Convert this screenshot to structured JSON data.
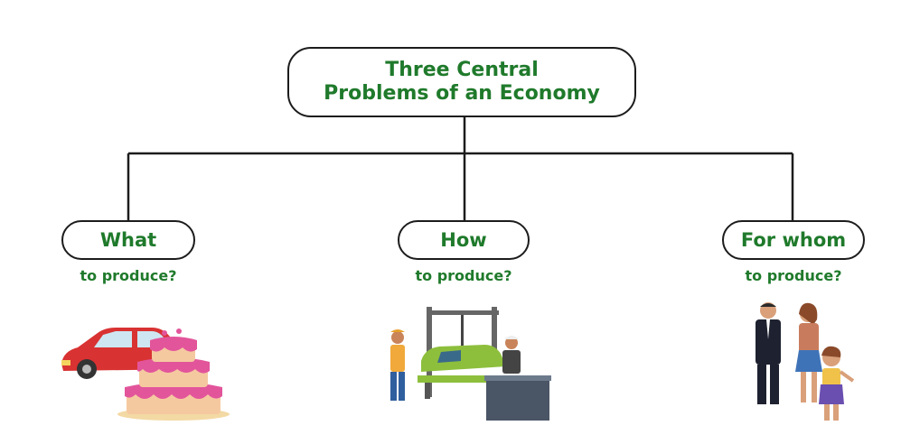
{
  "root": {
    "line1": "Three Central",
    "line2": "Problems of an Economy"
  },
  "branches": [
    {
      "title": "What",
      "subtitle": "to produce?",
      "illustration": "car-and-cake"
    },
    {
      "title": "How",
      "subtitle": "to produce?",
      "illustration": "factory-workers"
    },
    {
      "title": "For whom",
      "subtitle": "to produce?",
      "illustration": "family"
    }
  ],
  "colors": {
    "text_green": "#1f7a2b",
    "border": "#1c1c1c",
    "background": "#ffffff"
  }
}
